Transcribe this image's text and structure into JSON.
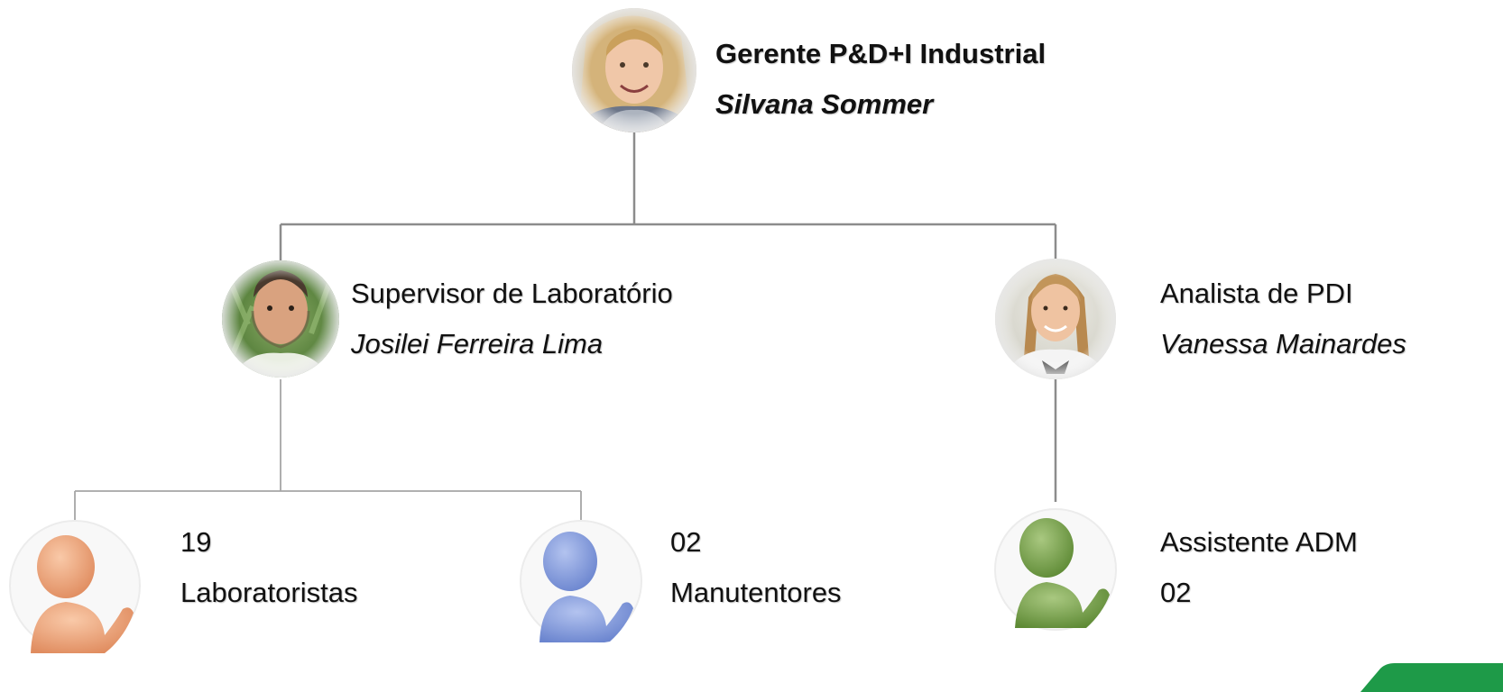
{
  "colors": {
    "connector": "#8c8c8c",
    "accent_corner": "#1e9a48",
    "avatar_orange": "#ee9f74",
    "avatar_blue": "#7f97d6",
    "avatar_green": "#7aa24e"
  },
  "manager": {
    "title": "Gerente P&D+I Industrial",
    "name": "Silvana Sommer",
    "photo_icon": "person-photo-female"
  },
  "supervisor": {
    "title": "Supervisor de Laboratório",
    "name": "Josilei Ferreira Lima",
    "photo_icon": "person-photo-male"
  },
  "analyst": {
    "title": "Analista de PDI",
    "name": "Vanessa Mainardes",
    "photo_icon": "person-photo-female"
  },
  "lab_team": {
    "count": "19",
    "role": "Laboratoristas",
    "icon": "person-waving-icon"
  },
  "maintenance_team": {
    "count": "02",
    "role": "Manutentores",
    "icon": "person-waving-icon"
  },
  "admin_team": {
    "role": "Assistente ADM",
    "count": "02",
    "icon": "person-waving-icon"
  }
}
